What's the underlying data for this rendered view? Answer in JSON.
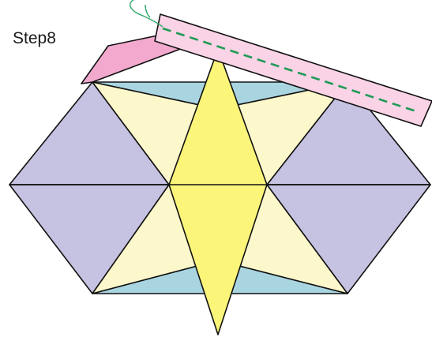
{
  "step": {
    "label": "Step8"
  },
  "colors": {
    "lavender": "#c6c2e1",
    "light_blue": "#a9d5e0",
    "cream": "#fdf8cc",
    "yellow": "#fbf57a",
    "pink": "#f2a9cd",
    "strip_pink": "#fad3e6",
    "stitch_green": "#1f9a55",
    "thread_green": "#2ea86a",
    "outline": "#111111"
  },
  "pieces": [
    {
      "name": "left-upper-lavender-triangle",
      "fill": "lavender"
    },
    {
      "name": "left-lower-lavender-triangle",
      "fill": "lavender"
    },
    {
      "name": "right-upper-lavender-triangle",
      "fill": "lavender"
    },
    {
      "name": "right-lower-lavender-triangle",
      "fill": "lavender"
    },
    {
      "name": "top-blue-triangle",
      "fill": "light_blue"
    },
    {
      "name": "bottom-blue-triangle",
      "fill": "light_blue"
    },
    {
      "name": "cream-triangle",
      "fill": "cream"
    },
    {
      "name": "yellow-diamond",
      "fill": "yellow"
    },
    {
      "name": "pink-corner-piece",
      "fill": "pink"
    },
    {
      "name": "binding-strip",
      "fill": "strip_pink"
    }
  ]
}
